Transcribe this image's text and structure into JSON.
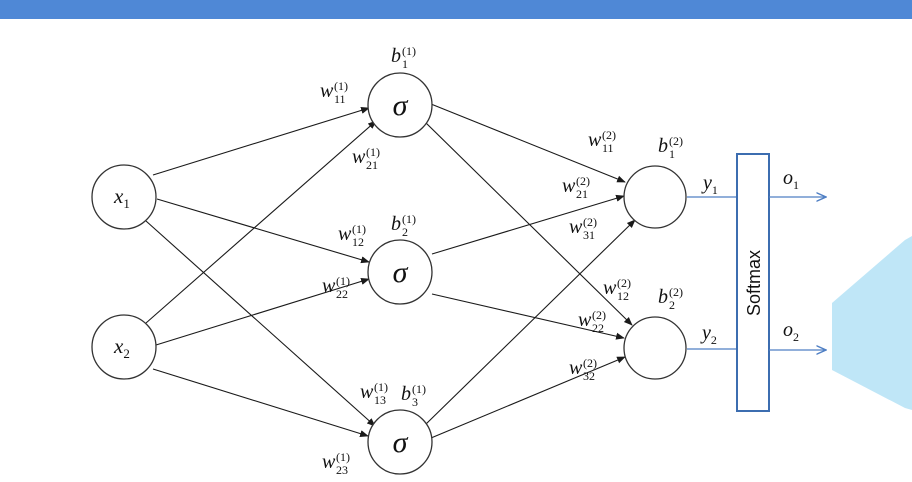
{
  "colors": {
    "header_bar": "#4f88d6",
    "decor_shape": "#bfe6f7",
    "output_arrows": "#4f7fc4",
    "softmax_border": "#3c6db0"
  },
  "nodes": {
    "input_1": {
      "base": "x",
      "sub": "1"
    },
    "input_2": {
      "base": "x",
      "sub": "2"
    },
    "hidden_activation": "σ",
    "softmax": "Softmax",
    "y1": {
      "base": "y",
      "sub": "1"
    },
    "y2": {
      "base": "y",
      "sub": "2"
    },
    "o1": {
      "base": "o",
      "sub": "1"
    },
    "o2": {
      "base": "o",
      "sub": "2"
    }
  },
  "labels": {
    "b1_1": {
      "base": "b",
      "sub": "1",
      "sup": "(1)"
    },
    "b2_1": {
      "base": "b",
      "sub": "2",
      "sup": "(1)"
    },
    "b3_1": {
      "base": "b",
      "sub": "3",
      "sup": "(1)"
    },
    "b1_2": {
      "base": "b",
      "sub": "1",
      "sup": "(2)"
    },
    "b2_2": {
      "base": "b",
      "sub": "2",
      "sup": "(2)"
    },
    "w11_1": {
      "base": "w",
      "sub": "11",
      "sup": "(1)"
    },
    "w21_1": {
      "base": "w",
      "sub": "21",
      "sup": "(1)"
    },
    "w12_1": {
      "base": "w",
      "sub": "12",
      "sup": "(1)"
    },
    "w22_1": {
      "base": "w",
      "sub": "22",
      "sup": "(1)"
    },
    "w13_1": {
      "base": "w",
      "sub": "13",
      "sup": "(1)"
    },
    "w23_1": {
      "base": "w",
      "sub": "23",
      "sup": "(1)"
    },
    "w11_2": {
      "base": "w",
      "sub": "11",
      "sup": "(2)"
    },
    "w21_2": {
      "base": "w",
      "sub": "21",
      "sup": "(2)"
    },
    "w31_2": {
      "base": "w",
      "sub": "31",
      "sup": "(2)"
    },
    "w12_2": {
      "base": "w",
      "sub": "12",
      "sup": "(2)"
    },
    "w22_2": {
      "base": "w",
      "sub": "22",
      "sup": "(2)"
    },
    "w32_2": {
      "base": "w",
      "sub": "32",
      "sup": "(2)"
    }
  }
}
